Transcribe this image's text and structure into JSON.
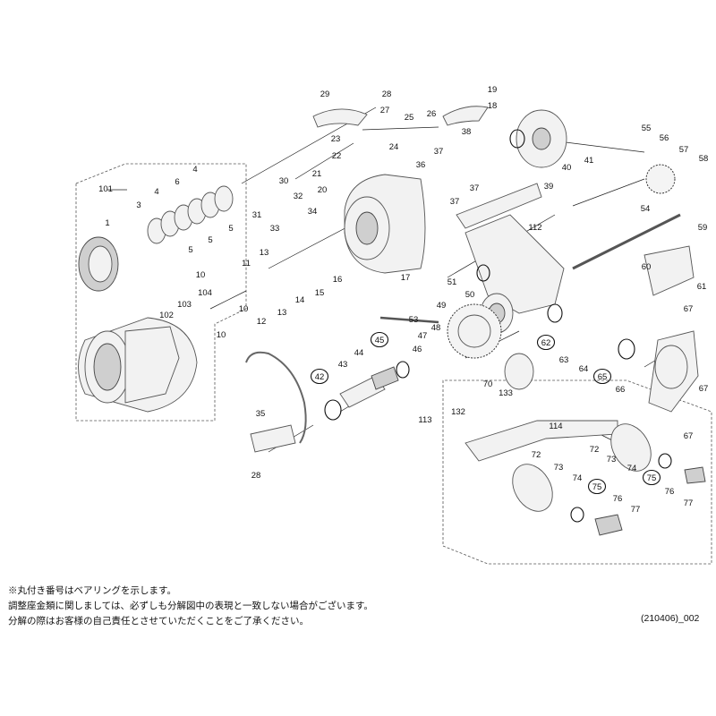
{
  "notes": [
    "※丸付き番号はベアリングを示します。",
    "調整座金類に関しましては、必ずしも分解図中の表現と一致しない場合がございます。",
    "分解の際はお客様の自己責任とさせていただくことをご了承ください。"
  ],
  "diagram_code": "(210406)_002",
  "parts": [
    {
      "id": "1",
      "bearing": false
    },
    {
      "id": "3",
      "bearing": false
    },
    {
      "id": "4",
      "bearing": false
    },
    {
      "id": "4b",
      "num": "4",
      "bearing": false
    },
    {
      "id": "5",
      "bearing": false
    },
    {
      "id": "5b",
      "num": "5",
      "bearing": false
    },
    {
      "id": "5c",
      "num": "5",
      "bearing": false
    },
    {
      "id": "6",
      "bearing": false
    },
    {
      "id": "101",
      "bearing": false
    },
    {
      "id": "102",
      "bearing": false
    },
    {
      "id": "103",
      "bearing": false
    },
    {
      "id": "104",
      "bearing": false
    },
    {
      "id": "10",
      "bearing": false
    },
    {
      "id": "10b",
      "num": "10",
      "bearing": false
    },
    {
      "id": "10c",
      "num": "10",
      "bearing": false
    },
    {
      "id": "11",
      "bearing": false
    },
    {
      "id": "12",
      "bearing": false
    },
    {
      "id": "13",
      "bearing": false
    },
    {
      "id": "13b",
      "num": "13",
      "bearing": false
    },
    {
      "id": "14",
      "bearing": false
    },
    {
      "id": "15",
      "bearing": false
    },
    {
      "id": "16",
      "bearing": false
    },
    {
      "id": "17",
      "bearing": false
    },
    {
      "id": "18",
      "bearing": false
    },
    {
      "id": "19",
      "bearing": false
    },
    {
      "id": "20",
      "bearing": false
    },
    {
      "id": "21",
      "bearing": false
    },
    {
      "id": "22",
      "bearing": false
    },
    {
      "id": "23",
      "bearing": false
    },
    {
      "id": "24",
      "bearing": false
    },
    {
      "id": "25",
      "bearing": false
    },
    {
      "id": "26",
      "bearing": false
    },
    {
      "id": "27",
      "bearing": false
    },
    {
      "id": "28",
      "bearing": false
    },
    {
      "id": "28b",
      "num": "28",
      "bearing": false
    },
    {
      "id": "29",
      "bearing": false
    },
    {
      "id": "30",
      "bearing": false
    },
    {
      "id": "31",
      "bearing": false
    },
    {
      "id": "32",
      "bearing": false
    },
    {
      "id": "33",
      "bearing": false
    },
    {
      "id": "34",
      "bearing": false
    },
    {
      "id": "35",
      "bearing": false
    },
    {
      "id": "36",
      "bearing": false
    },
    {
      "id": "37",
      "bearing": false
    },
    {
      "id": "37b",
      "num": "37",
      "bearing": false
    },
    {
      "id": "37c",
      "num": "37",
      "bearing": false
    },
    {
      "id": "38",
      "bearing": false
    },
    {
      "id": "39",
      "bearing": false
    },
    {
      "id": "40",
      "bearing": false
    },
    {
      "id": "41",
      "bearing": false
    },
    {
      "id": "42",
      "bearing": true
    },
    {
      "id": "43",
      "bearing": false
    },
    {
      "id": "44",
      "bearing": false
    },
    {
      "id": "45",
      "bearing": true
    },
    {
      "id": "46",
      "bearing": false
    },
    {
      "id": "47",
      "bearing": false
    },
    {
      "id": "48",
      "bearing": false
    },
    {
      "id": "49",
      "bearing": false
    },
    {
      "id": "50",
      "bearing": false
    },
    {
      "id": "51",
      "bearing": false
    },
    {
      "id": "53",
      "bearing": false
    },
    {
      "id": "54",
      "bearing": false
    },
    {
      "id": "55",
      "bearing": false
    },
    {
      "id": "56",
      "bearing": false
    },
    {
      "id": "57",
      "bearing": false
    },
    {
      "id": "58",
      "bearing": false
    },
    {
      "id": "59",
      "bearing": false
    },
    {
      "id": "60",
      "bearing": false
    },
    {
      "id": "61",
      "bearing": false
    },
    {
      "id": "62",
      "bearing": true
    },
    {
      "id": "63",
      "bearing": false
    },
    {
      "id": "64",
      "bearing": false
    },
    {
      "id": "65",
      "bearing": true
    },
    {
      "id": "66",
      "bearing": false
    },
    {
      "id": "67",
      "bearing": false
    },
    {
      "id": "67b",
      "num": "67",
      "bearing": false
    },
    {
      "id": "67c",
      "num": "67",
      "bearing": false
    },
    {
      "id": "70",
      "bearing": false
    },
    {
      "id": "72",
      "bearing": false
    },
    {
      "id": "72b",
      "num": "72",
      "bearing": false
    },
    {
      "id": "73",
      "bearing": false
    },
    {
      "id": "73b",
      "num": "73",
      "bearing": false
    },
    {
      "id": "74",
      "bearing": false
    },
    {
      "id": "74b",
      "num": "74",
      "bearing": false
    },
    {
      "id": "75",
      "bearing": true
    },
    {
      "id": "75b",
      "num": "75",
      "bearing": true
    },
    {
      "id": "76",
      "bearing": false
    },
    {
      "id": "76b",
      "num": "76",
      "bearing": false
    },
    {
      "id": "77",
      "bearing": false
    },
    {
      "id": "77b",
      "num": "77",
      "bearing": false
    },
    {
      "id": "112",
      "bearing": false
    },
    {
      "id": "113",
      "bearing": false
    },
    {
      "id": "114",
      "bearing": false
    },
    {
      "id": "132",
      "bearing": false
    },
    {
      "id": "133",
      "bearing": false
    }
  ]
}
